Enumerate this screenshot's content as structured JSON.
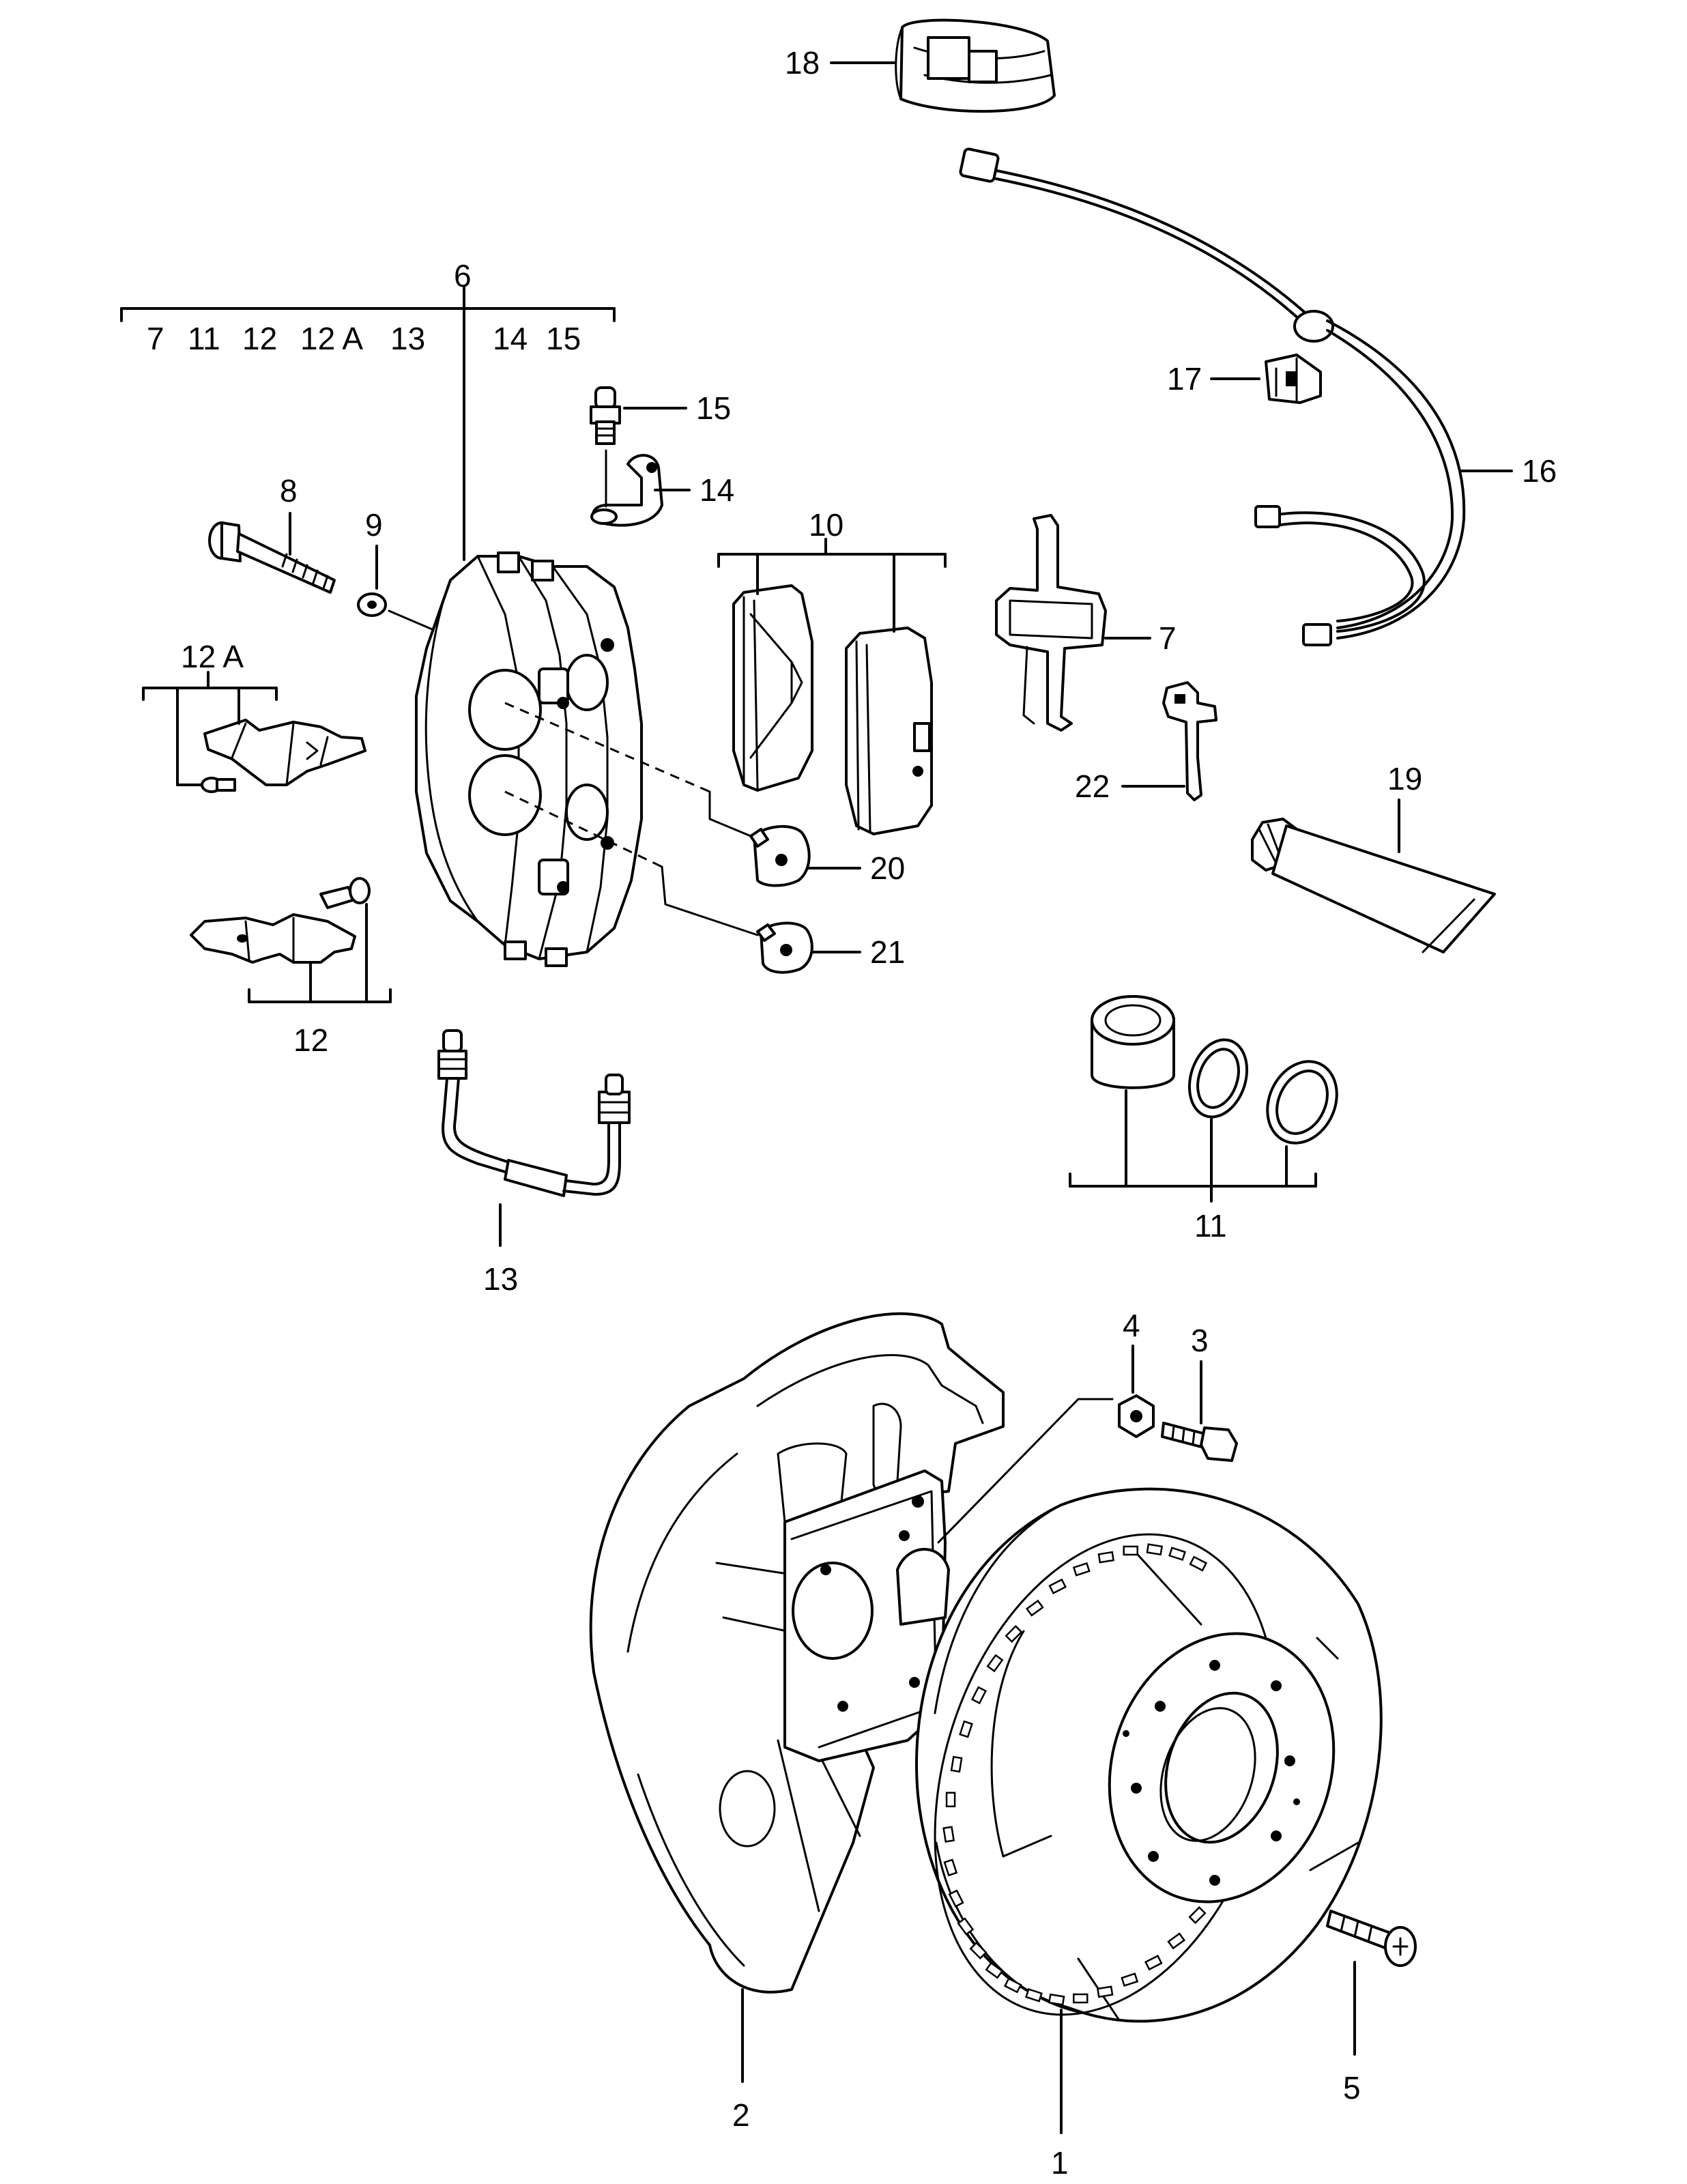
{
  "labels": {
    "p1": "1",
    "p2": "2",
    "p3": "3",
    "p4": "4",
    "p5": "5",
    "p6": "6",
    "p7": "7",
    "p8": "8",
    "p9": "9",
    "p10": "10",
    "p11": "11",
    "p12": "12",
    "p12a": "12 A",
    "p13": "13",
    "p14": "14",
    "p15": "15",
    "p16": "16",
    "p17": "17",
    "p18": "18",
    "p19": "19",
    "p20": "20",
    "p21": "21",
    "p22": "22"
  },
  "group6_subparts": [
    "7",
    "11",
    "12",
    "12 A",
    "13",
    "14",
    "15"
  ],
  "colors": {
    "line": "#000000",
    "background": "#ffffff"
  }
}
